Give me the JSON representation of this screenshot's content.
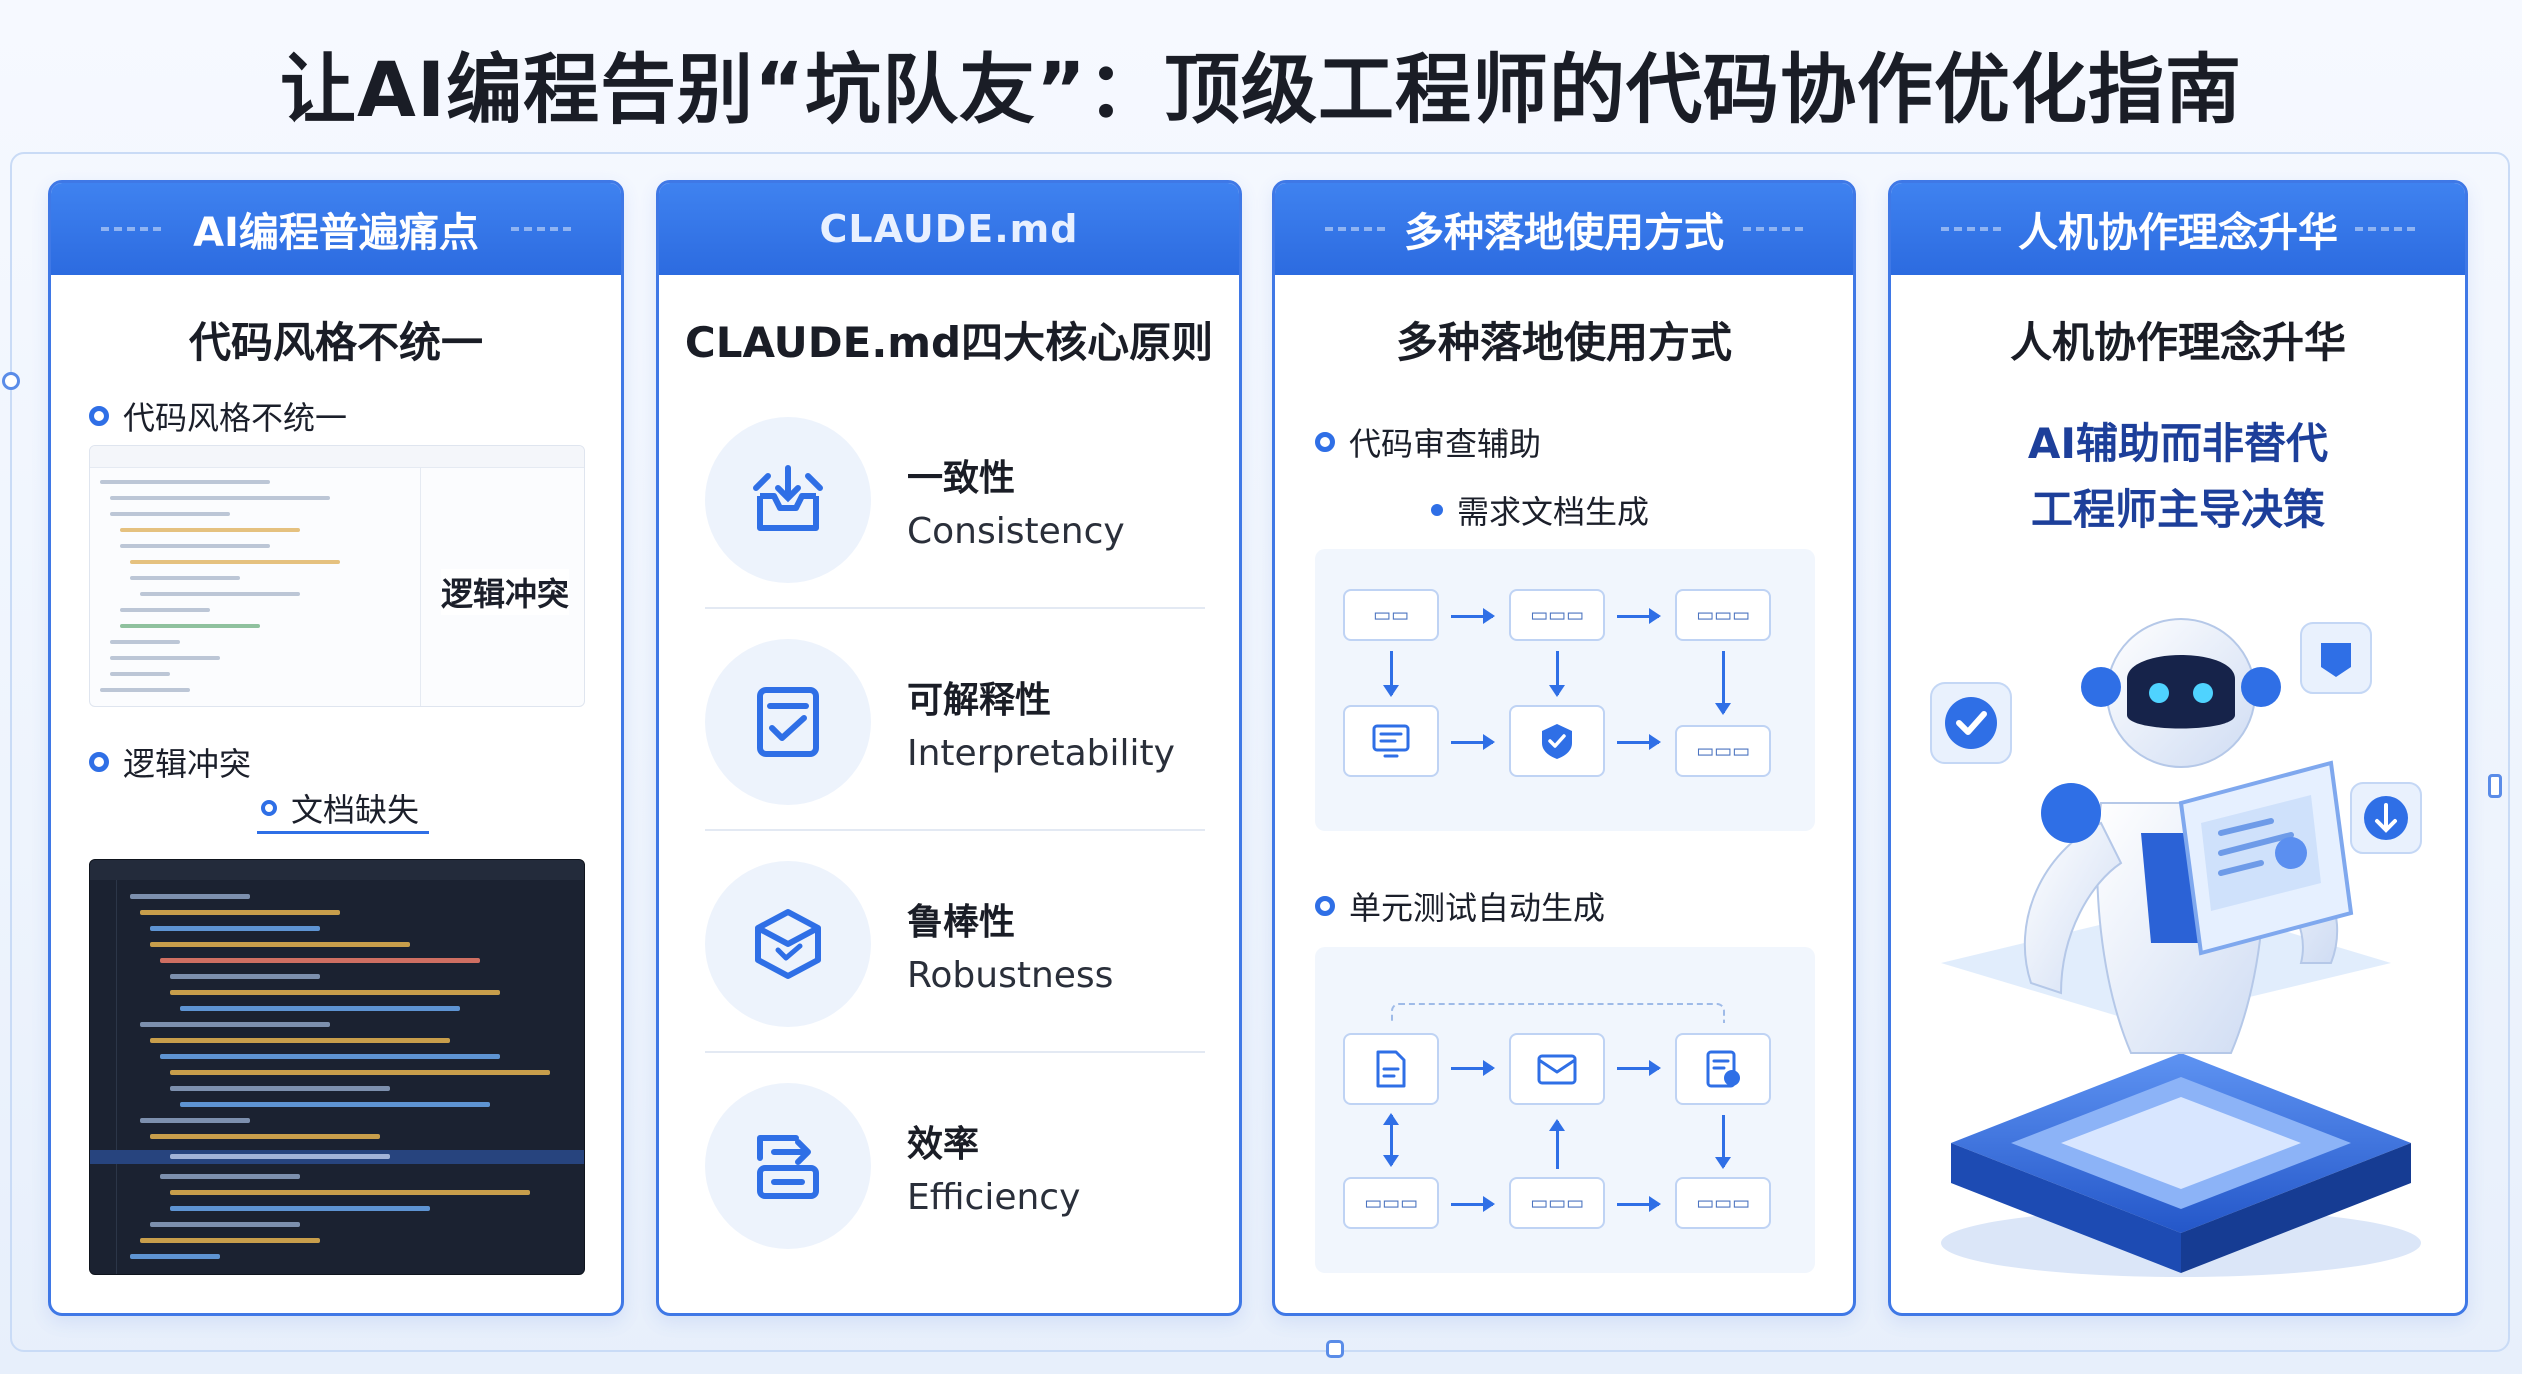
{
  "title": "让AI编程告别“坑队友”：顶级工程师的代码协作优化指南",
  "colors": {
    "accent": "#2f6fe6",
    "header": "#3a7bee",
    "dark_text": "#1a1d26",
    "highlight_text": "#1d3f9a"
  },
  "panel1": {
    "header": "AI编程普遍痛点",
    "subtitle": "代码风格不统一",
    "bullet1": "代码风格不统一",
    "overlay": "逻辑冲突",
    "bullet2": "逻辑冲突",
    "bullet3": "文档缺失"
  },
  "panel2": {
    "header": "CLAUDE.md",
    "subtitle": "CLAUDE.md四大核心原则",
    "principles": [
      {
        "cn": "一致性",
        "en": "Consistency",
        "icon": "inbox-download-icon"
      },
      {
        "cn": "可解释性",
        "en": "Interpretability",
        "icon": "checklist-icon"
      },
      {
        "cn": "鲁棒性",
        "en": "Robustness",
        "icon": "shield-box-icon"
      },
      {
        "cn": "效率",
        "en": "Efficiency",
        "icon": "transfer-icon"
      }
    ]
  },
  "panel3": {
    "header": "多种落地使用方式",
    "subtitle": "多种落地使用方式",
    "bullet1": "代码审查辅助",
    "bullet2": "需求文档生成",
    "bullet3": "单元测试自动生成"
  },
  "panel4": {
    "header": "人机协作理念升华",
    "subtitle": "人机协作理念升华",
    "highlight_line1": "AI辅助而非替代",
    "highlight_line2": "工程师主导决策"
  }
}
